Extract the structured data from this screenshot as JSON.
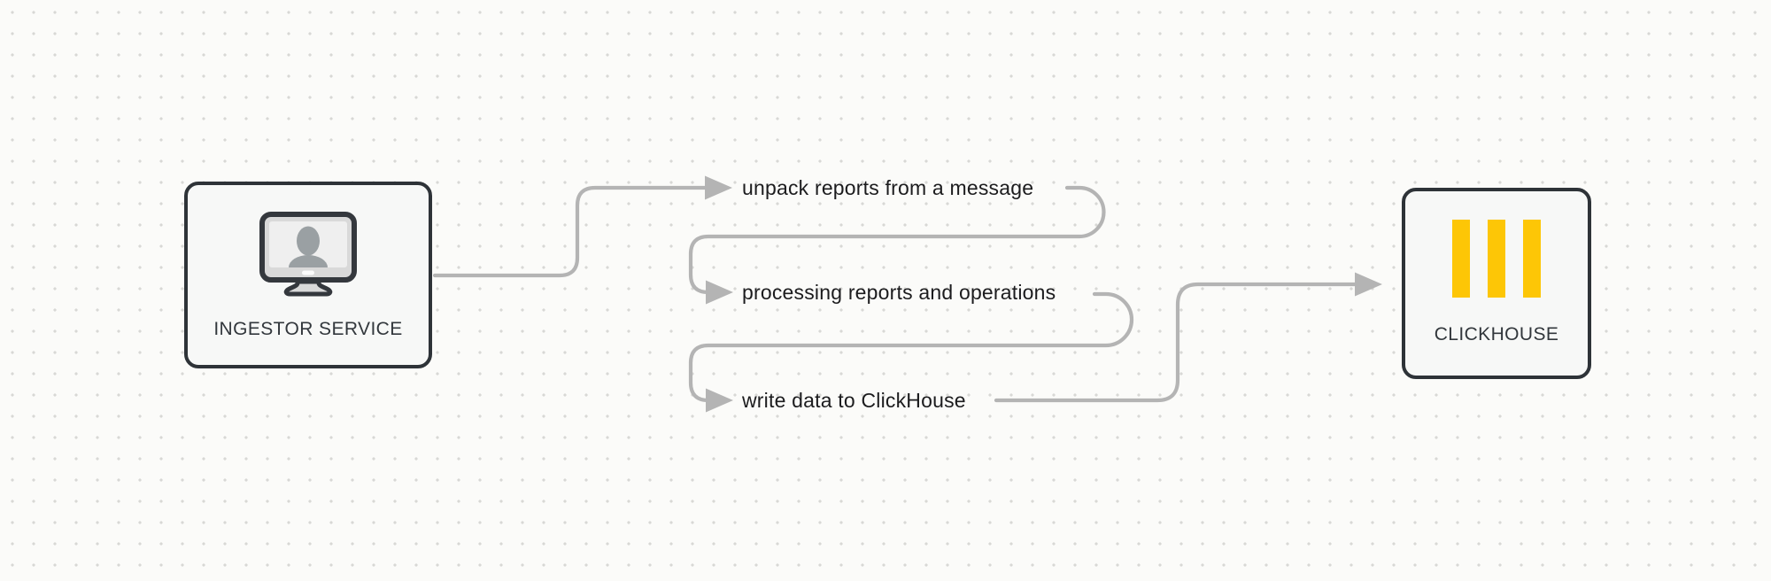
{
  "diagram": {
    "nodes": {
      "ingestor": {
        "label": "INGESTOR SERVICE",
        "icon": "monitor-user-icon"
      },
      "clickhouse": {
        "label": "CLICKHOUSE",
        "icon": "clickhouse-bars-icon"
      }
    },
    "steps": [
      {
        "label": "unpack reports from a message"
      },
      {
        "label": "processing reports and operations"
      },
      {
        "label": "write data to ClickHouse"
      }
    ],
    "colors": {
      "background": "#fbfbf9",
      "dot": "#d8d8d5",
      "connector": "#b4b4b4",
      "node_border": "#2e3338",
      "node_fill": "#f7f8f7",
      "text": "#1c1c1e",
      "node_label": "#32373c",
      "clickhouse_yellow": "#fdc606"
    }
  }
}
